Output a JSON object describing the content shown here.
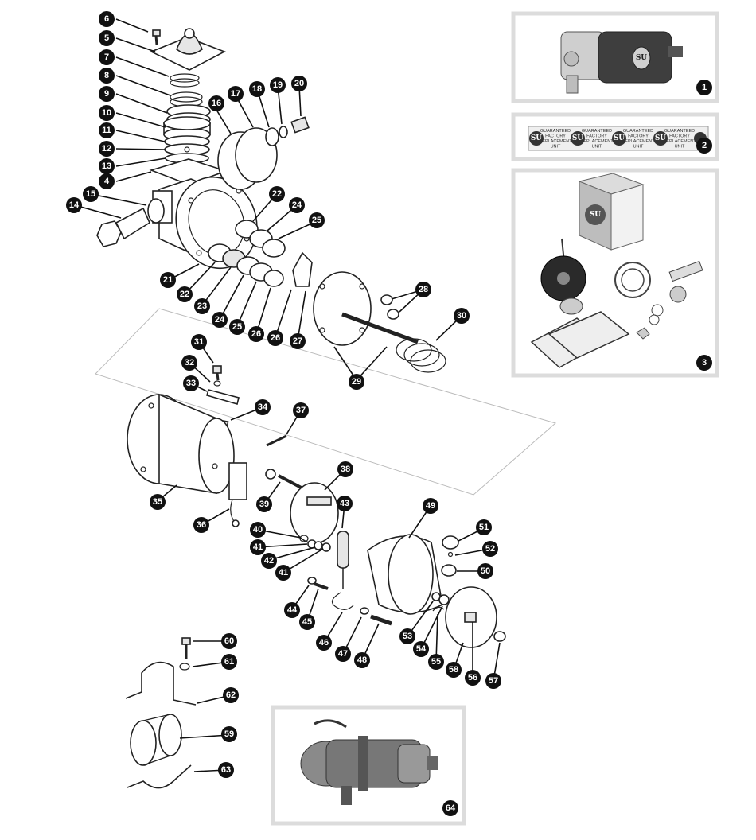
{
  "callouts": [
    "1",
    "2",
    "3",
    "4",
    "5",
    "6",
    "7",
    "8",
    "9",
    "10",
    "11",
    "12",
    "13",
    "14",
    "15",
    "16",
    "17",
    "18",
    "19",
    "20",
    "21",
    "22",
    "23",
    "24",
    "25",
    "26",
    "27",
    "28",
    "29",
    "30",
    "31",
    "32",
    "33",
    "34",
    "35",
    "36",
    "37",
    "38",
    "39",
    "40",
    "41",
    "42",
    "43",
    "44",
    "45",
    "46",
    "47",
    "48",
    "49",
    "50",
    "51",
    "52",
    "53",
    "54",
    "55",
    "56",
    "57",
    "58",
    "59",
    "60",
    "61",
    "62",
    "63",
    "64"
  ],
  "labels": {
    "p21": "21",
    "p22a": "22",
    "p22b": "22",
    "p23": "23",
    "p24a": "24",
    "p24b": "24",
    "p25a": "25",
    "p25b": "25",
    "p26": "26",
    "p27": "27",
    "p28": "28",
    "p29": "29",
    "p30": "30",
    "p40": "40",
    "p41a": "41",
    "p41b": "41",
    "p42": "42"
  },
  "sticker_strip": {
    "text": [
      "GUARANTEED",
      "FACTORY",
      "REPLACEMENT",
      "UNIT"
    ],
    "logo": "SU"
  },
  "brand_logo": "SU"
}
